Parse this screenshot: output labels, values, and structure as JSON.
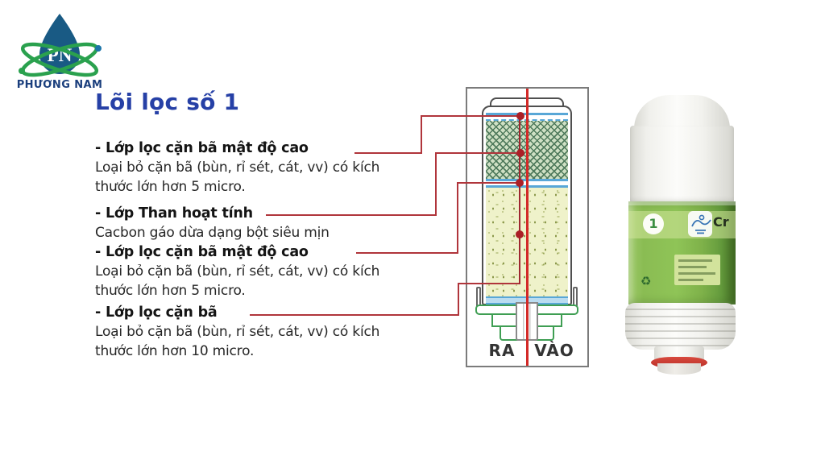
{
  "logo": {
    "monogram": "PN",
    "brand": "PHƯƠNG NAM",
    "drop_color": "#195a84",
    "orbit_color": "#2aa14e"
  },
  "content": {
    "title": "Lõi lọc số 1",
    "sections": [
      {
        "header": "- Lớp lọc cặn bã mật độ cao",
        "line1": "Loại bỏ cặn bã (bùn, rỉ sét, cát, vv) có kích",
        "line2": "thước lớn hơn 5 micro."
      },
      {
        "header": "- Lớp Than hoạt tính",
        "line1": "Cacbon gáo dừa dạng bột siêu mịn"
      },
      {
        "header": "- Lớp lọc cặn bã  mật độ cao",
        "line1": "Loại bỏ cặn bã (bùn, rỉ sét, cát, vv) có kích",
        "line2": "thước lớn hơn 5 micro."
      },
      {
        "header": "- Lớp lọc cặn bã",
        "line1": "Loại bỏ cặn bã (bùn, rỉ sét, cát, vv) có kích",
        "line2": "thước lớn hơn 10 micro."
      }
    ]
  },
  "diagram": {
    "port_out_label": "RA",
    "port_in_label": "VÀO",
    "callout_color": "#b0353b",
    "center_line_color": "#d32a28",
    "layer_band_blue": "#58a7d7",
    "carbon_hatch_green": "#4f7a5c",
    "sediment_yellow": "#eff2ca"
  },
  "product": {
    "stage_number": "1",
    "partial_brand_text": "Cr",
    "label_green": "#8abc53",
    "oring_red": "#c4352c",
    "recycle_symbol": "♻"
  }
}
